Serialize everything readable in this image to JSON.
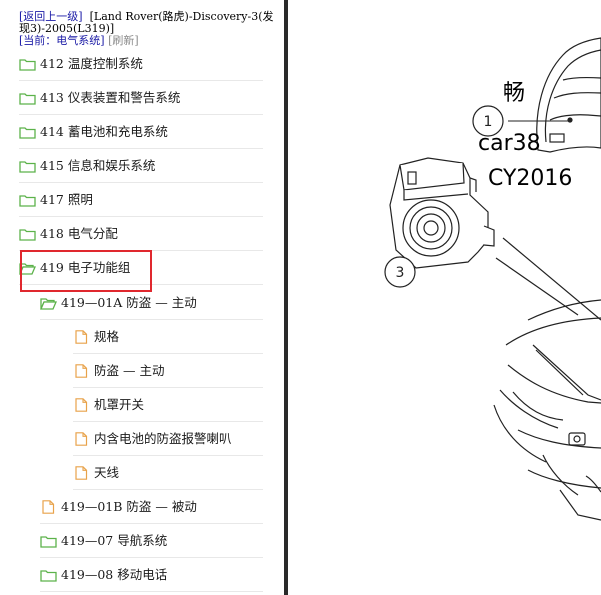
{
  "header": {
    "back_link": "[返回上一级]",
    "model": "[Land Rover(路虎)-Discovery-3(发现3)-2005(L319)]",
    "current": "[当前：电气系统]",
    "refresh": "[刷新]"
  },
  "tree": [
    {
      "label": "412 温度控制系统",
      "icon": "folder-icon"
    },
    {
      "label": "413 仪表装置和警告系统",
      "icon": "folder-icon"
    },
    {
      "label": "414 蓄电池和充电系统",
      "icon": "folder-icon"
    },
    {
      "label": "415 信息和娱乐系统",
      "icon": "folder-icon"
    },
    {
      "label": "417 照明",
      "icon": "folder-icon"
    },
    {
      "label": "418 电气分配",
      "icon": "folder-icon"
    },
    {
      "label": "419 电子功能组",
      "icon": "folder-open-icon"
    },
    {
      "label": "419—01A 防盗 — 主动",
      "icon": "folder-open-icon"
    },
    {
      "label": "规格",
      "icon": "document-icon"
    },
    {
      "label": "防盗 — 主动",
      "icon": "document-icon"
    },
    {
      "label": "机罩开关",
      "icon": "document-icon"
    },
    {
      "label": "内含电池的防盗报警喇叭",
      "icon": "document-icon"
    },
    {
      "label": "天线",
      "icon": "document-icon"
    },
    {
      "label": "419—01B 防盗 — 被动",
      "icon": "document-icon"
    },
    {
      "label": "419—07 导航系统",
      "icon": "folder-icon"
    },
    {
      "label": "419—08 移动电话",
      "icon": "folder-icon"
    }
  ],
  "diagram": {
    "callout_1": "1",
    "callout_3": "3"
  },
  "watermark": {
    "line1": "畅",
    "line2": "car38",
    "line3": "CY2016"
  },
  "colors": {
    "folder_green": "#5cb24a",
    "document_orange": "#e8a24a",
    "highlight_red": "#e0282e",
    "link_blue": "#1a1aa6"
  }
}
